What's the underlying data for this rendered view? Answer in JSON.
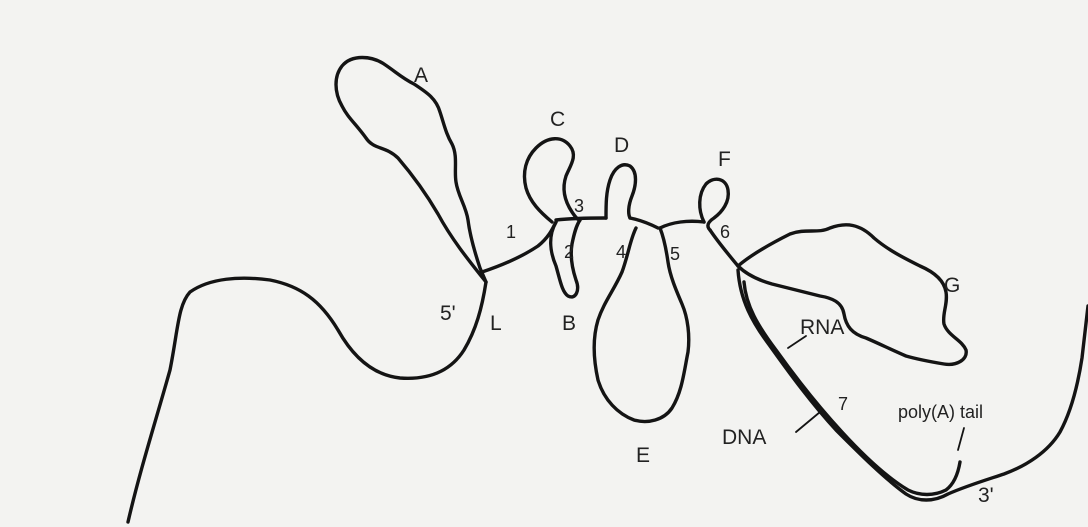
{
  "diagram": {
    "labels": {
      "loop_a": "A",
      "loop_b": "B",
      "loop_c": "C",
      "loop_d": "D",
      "loop_e": "E",
      "loop_f": "F",
      "loop_g": "G",
      "leader_l": "L",
      "exon_1": "1",
      "exon_2": "2",
      "exon_3": "3",
      "exon_4": "4",
      "exon_5": "5",
      "exon_6": "6",
      "exon_7": "7",
      "five_prime": "5'",
      "three_prime": "3'",
      "rna": "RNA",
      "dna": "DNA",
      "poly_a_tail": "poly(A) tail"
    }
  }
}
